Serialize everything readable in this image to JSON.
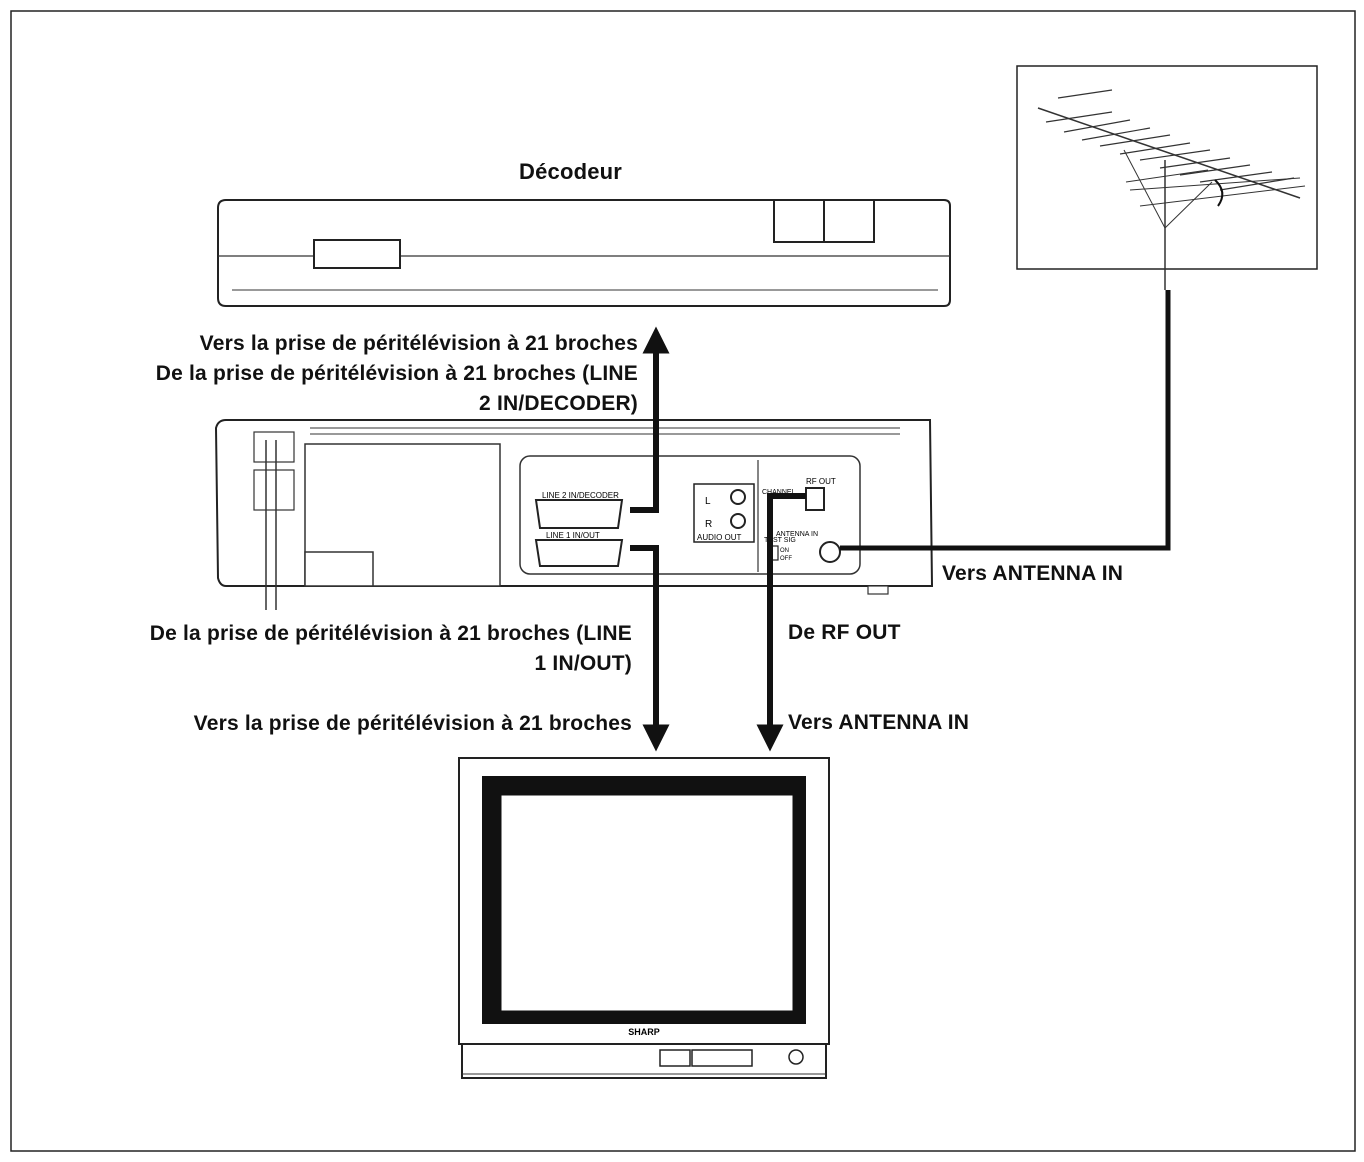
{
  "devices": {
    "decoder_title": "Décodeur",
    "tv_brand": "SHARP"
  },
  "vcr_panel": {
    "line2_label": "LINE 2 IN/DECODER",
    "line1_label": "LINE 1 IN/OUT",
    "audio_out_label": "AUDIO OUT",
    "audio_l": "L",
    "audio_r": "R",
    "channel_label": "CHANNEL",
    "rf_out_label": "RF OUT",
    "antenna_in_label": "ANTENNA IN",
    "test_sig_label": "TEST SIG",
    "test_sig_on": "ON",
    "test_sig_off": "OFF"
  },
  "labels": {
    "to_decoder_scart": "Vers la prise de péritélévision à 21 broches",
    "from_scart_line2_a": "De la prise de péritélévision à 21 broches (LINE",
    "from_scart_line2_b": "2 IN/DECODER)",
    "from_scart_line1_a": "De la prise de péritélévision à 21 broches (LINE",
    "from_scart_line1_b": "1 IN/OUT)",
    "to_tv_scart": "Vers la prise de péritélévision à 21 broches",
    "from_rf_out": "De RF OUT",
    "to_tv_antenna_in": "Vers ANTENNA IN",
    "to_vcr_antenna_in": "Vers ANTENNA IN"
  }
}
